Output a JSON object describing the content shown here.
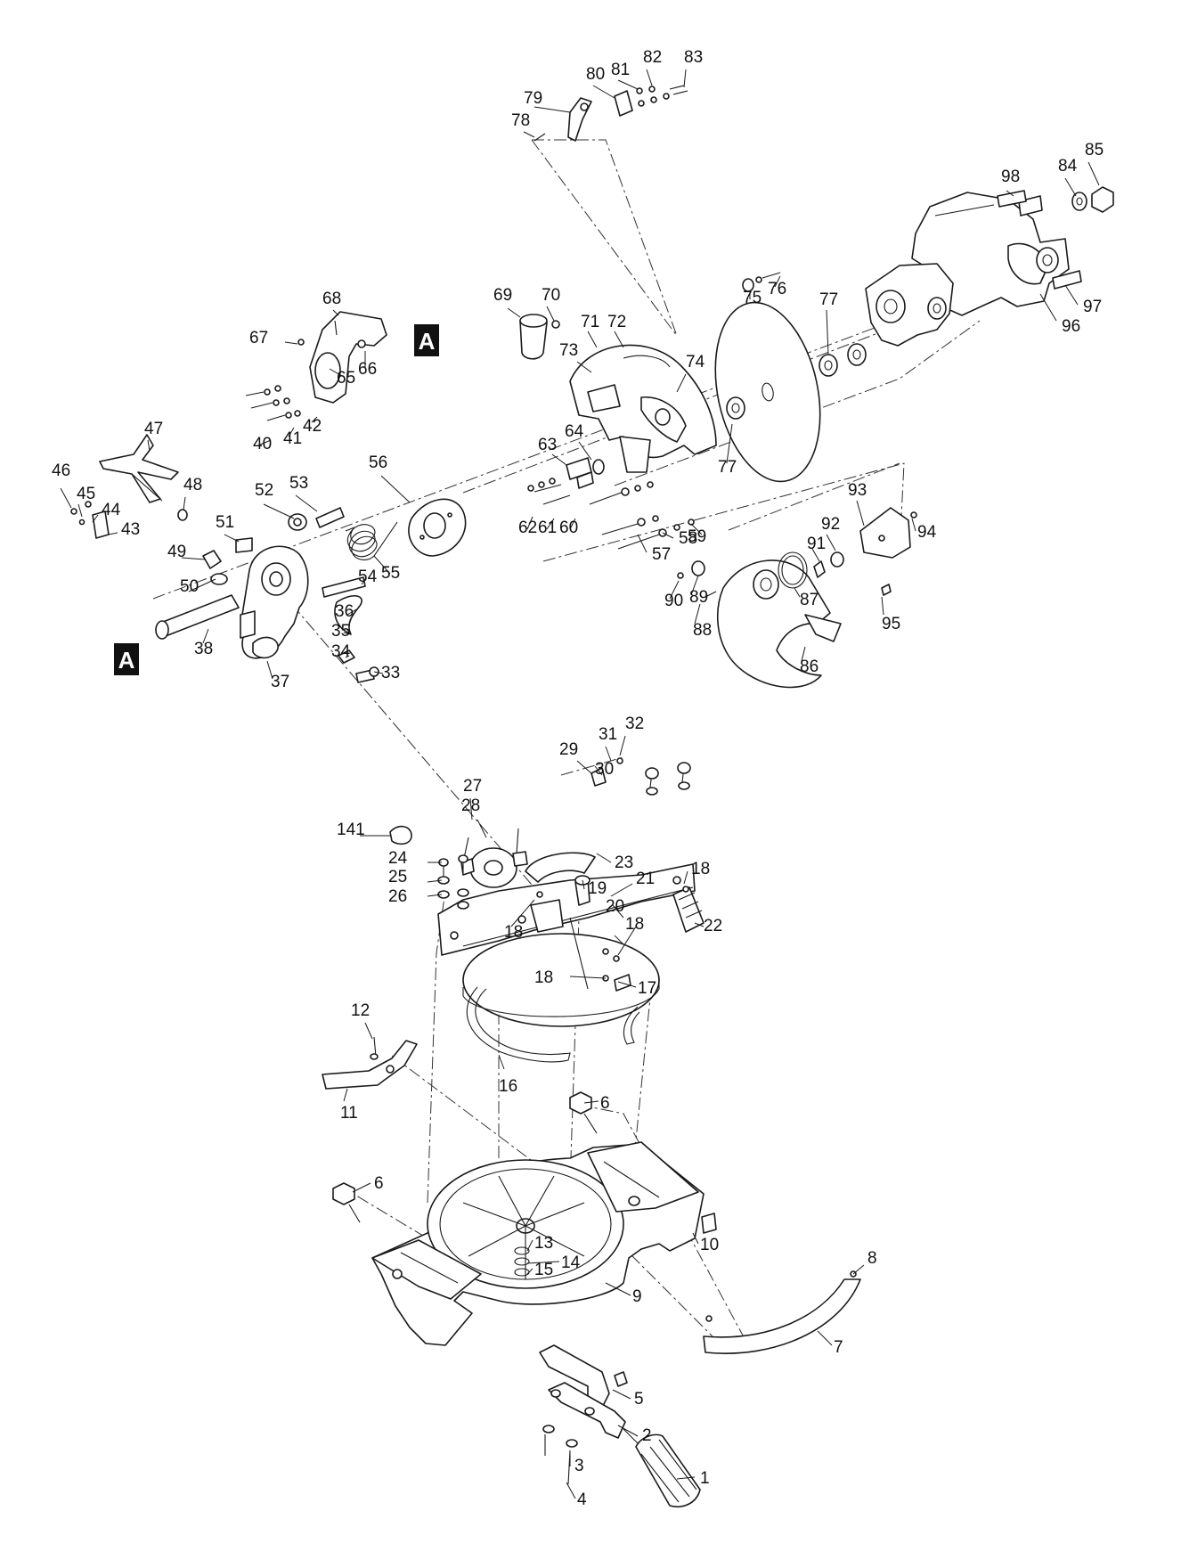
{
  "section_markers": [
    "A",
    "A"
  ],
  "colors": {
    "ink": "#1a1a1a",
    "paper": "#ffffff"
  },
  "parts": [
    {
      "label": "1"
    },
    {
      "label": "2"
    },
    {
      "label": "3"
    },
    {
      "label": "4"
    },
    {
      "label": "5"
    },
    {
      "label": "6"
    },
    {
      "label": "6"
    },
    {
      "label": "7"
    },
    {
      "label": "8"
    },
    {
      "label": "9"
    },
    {
      "label": "10"
    },
    {
      "label": "11"
    },
    {
      "label": "12"
    },
    {
      "label": "13"
    },
    {
      "label": "14"
    },
    {
      "label": "15"
    },
    {
      "label": "16"
    },
    {
      "label": "17"
    },
    {
      "label": "18"
    },
    {
      "label": "18"
    },
    {
      "label": "18"
    },
    {
      "label": "18"
    },
    {
      "label": "19"
    },
    {
      "label": "20"
    },
    {
      "label": "21"
    },
    {
      "label": "22"
    },
    {
      "label": "23"
    },
    {
      "label": "24"
    },
    {
      "label": "25"
    },
    {
      "label": "26"
    },
    {
      "label": "27"
    },
    {
      "label": "28"
    },
    {
      "label": "29"
    },
    {
      "label": "30"
    },
    {
      "label": "31"
    },
    {
      "label": "32"
    },
    {
      "label": "33"
    },
    {
      "label": "34"
    },
    {
      "label": "35"
    },
    {
      "label": "36"
    },
    {
      "label": "37"
    },
    {
      "label": "38"
    },
    {
      "label": "40"
    },
    {
      "label": "41"
    },
    {
      "label": "42"
    },
    {
      "label": "43"
    },
    {
      "label": "44"
    },
    {
      "label": "45"
    },
    {
      "label": "46"
    },
    {
      "label": "47"
    },
    {
      "label": "48"
    },
    {
      "label": "49"
    },
    {
      "label": "50"
    },
    {
      "label": "51"
    },
    {
      "label": "52"
    },
    {
      "label": "53"
    },
    {
      "label": "54"
    },
    {
      "label": "55"
    },
    {
      "label": "56"
    },
    {
      "label": "57"
    },
    {
      "label": "58"
    },
    {
      "label": "59"
    },
    {
      "label": "60"
    },
    {
      "label": "61"
    },
    {
      "label": "62"
    },
    {
      "label": "63"
    },
    {
      "label": "64"
    },
    {
      "label": "65"
    },
    {
      "label": "66"
    },
    {
      "label": "67"
    },
    {
      "label": "68"
    },
    {
      "label": "69"
    },
    {
      "label": "70"
    },
    {
      "label": "71"
    },
    {
      "label": "72"
    },
    {
      "label": "73"
    },
    {
      "label": "74"
    },
    {
      "label": "75"
    },
    {
      "label": "76"
    },
    {
      "label": "77"
    },
    {
      "label": "77"
    },
    {
      "label": "78"
    },
    {
      "label": "79"
    },
    {
      "label": "80"
    },
    {
      "label": "81"
    },
    {
      "label": "82"
    },
    {
      "label": "83"
    },
    {
      "label": "84"
    },
    {
      "label": "85"
    },
    {
      "label": "86"
    },
    {
      "label": "87"
    },
    {
      "label": "88"
    },
    {
      "label": "89"
    },
    {
      "label": "90"
    },
    {
      "label": "91"
    },
    {
      "label": "92"
    },
    {
      "label": "93"
    },
    {
      "label": "94"
    },
    {
      "label": "95"
    },
    {
      "label": "96"
    },
    {
      "label": "97"
    },
    {
      "label": "98"
    },
    {
      "label": "141"
    }
  ]
}
